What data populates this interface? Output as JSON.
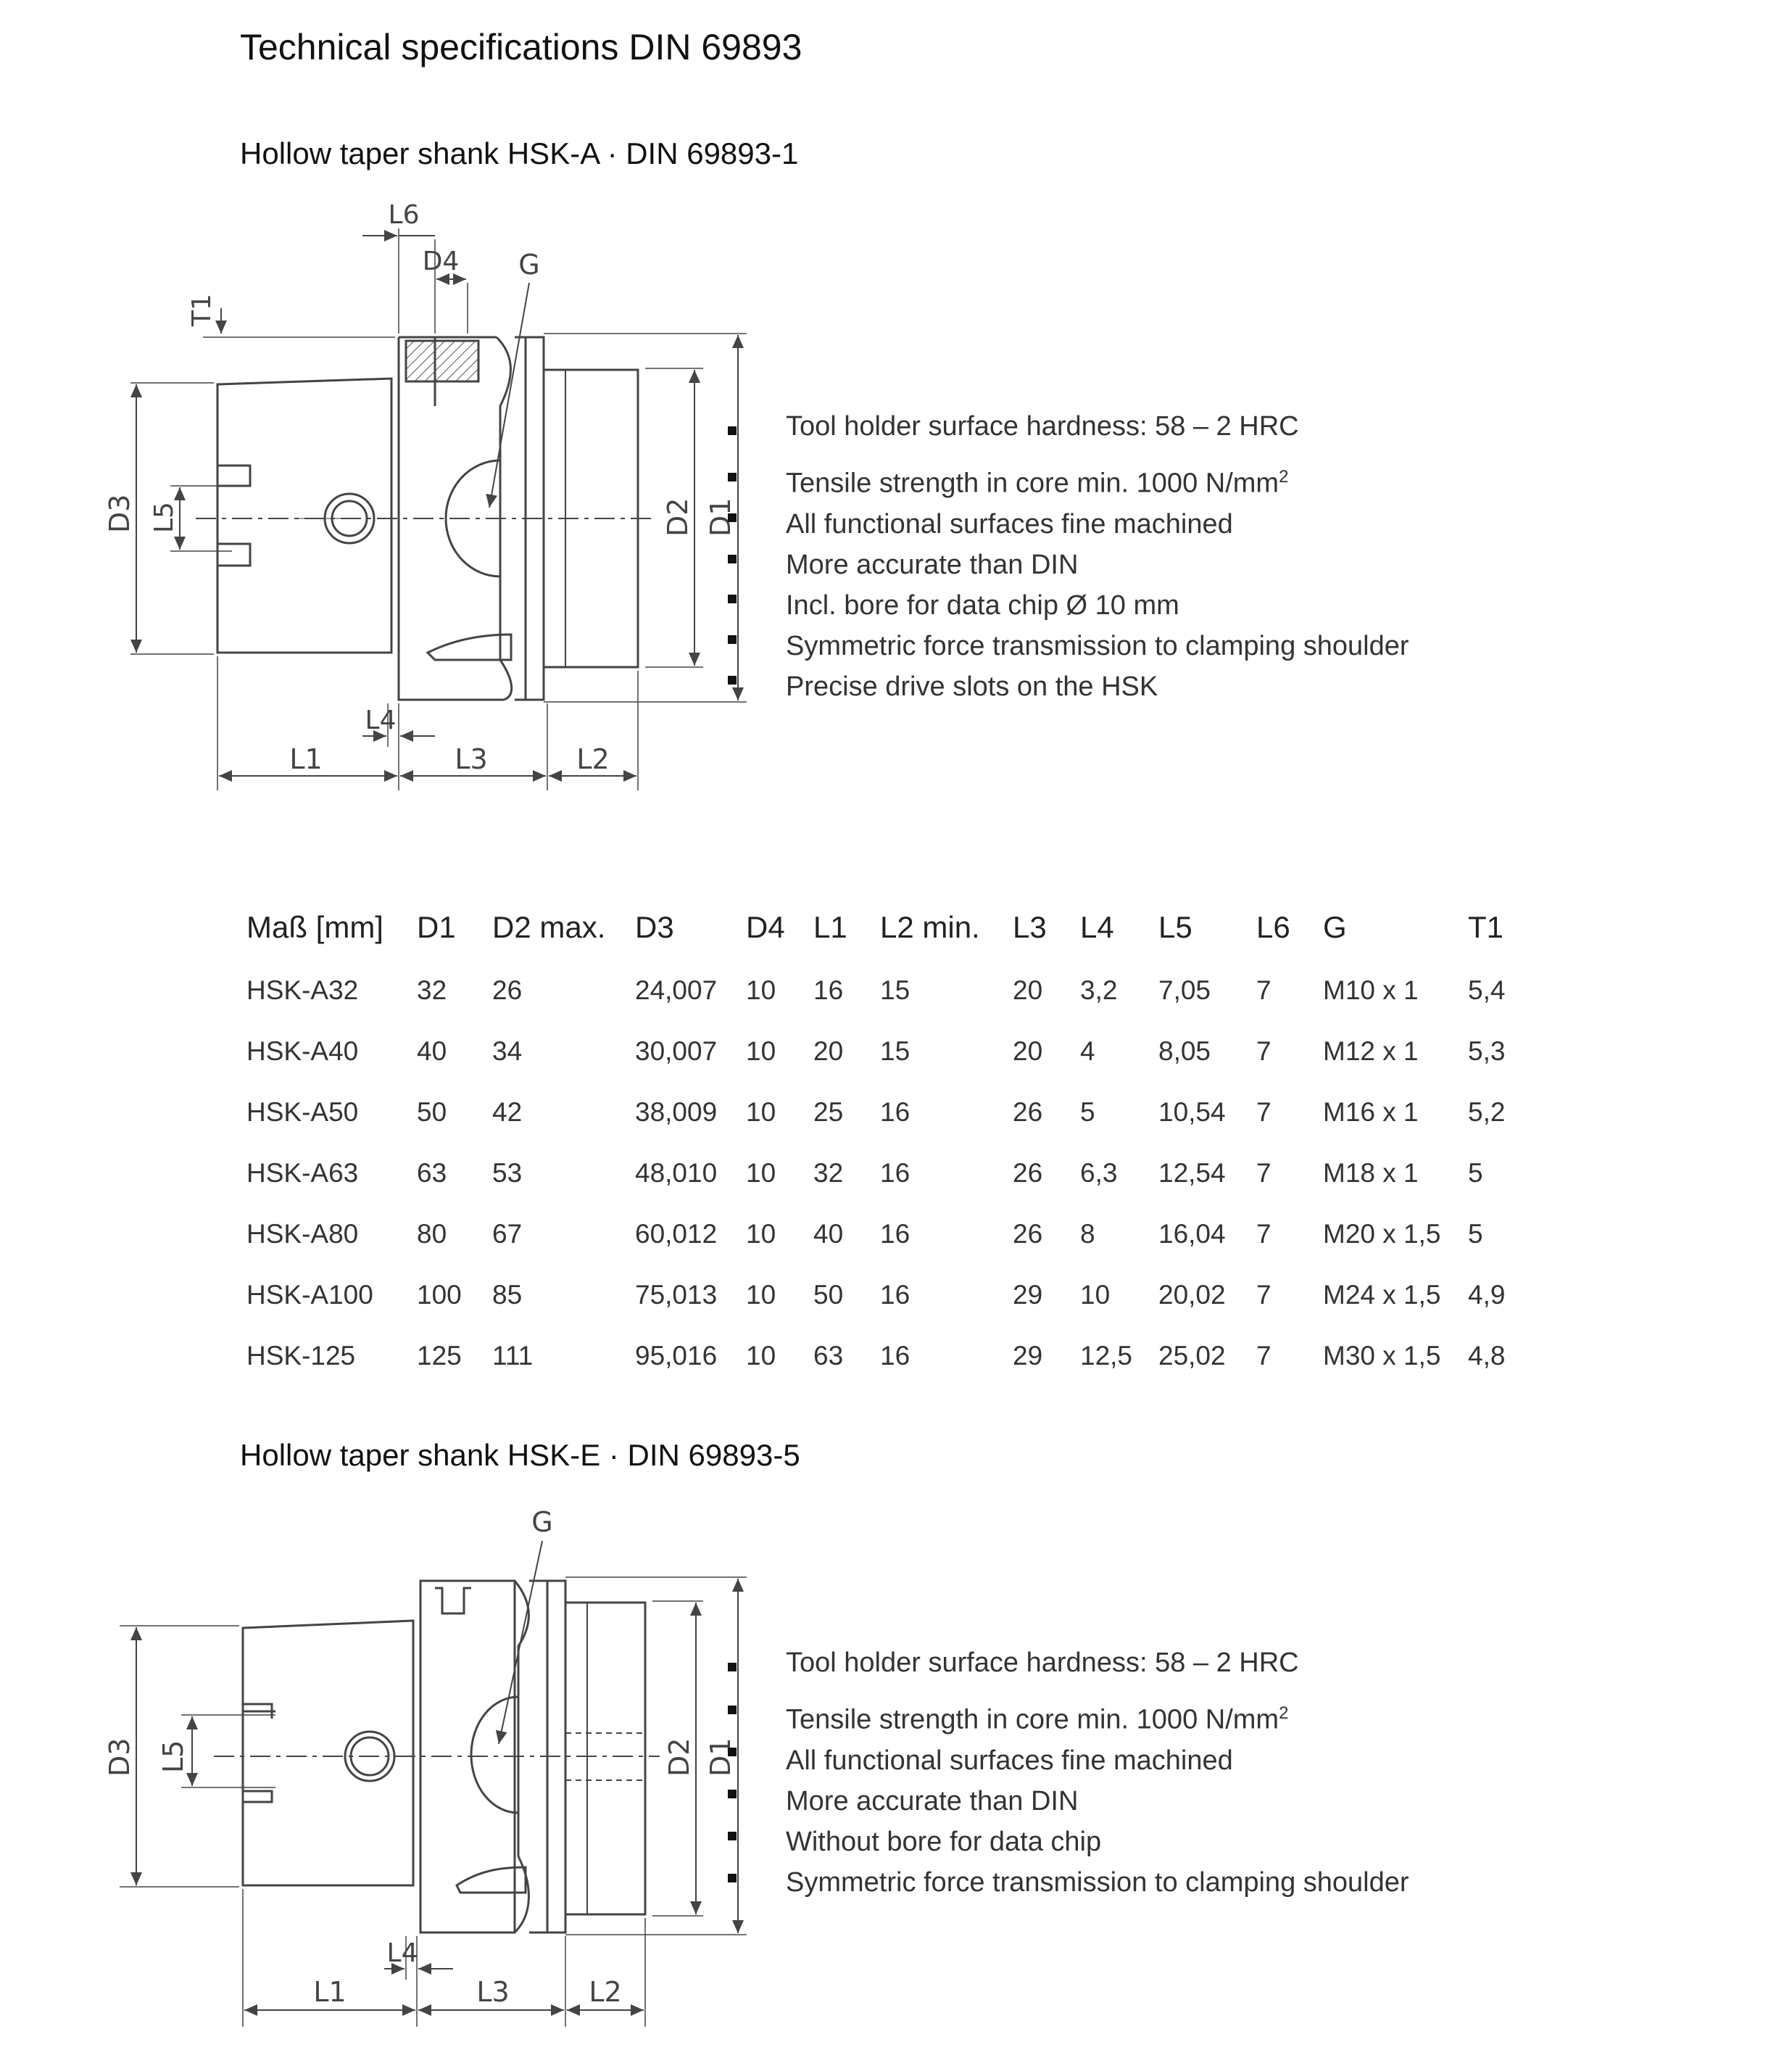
{
  "title": "Technical specifications DIN 69893",
  "section_a": {
    "heading": "Hollow taper shank HSK-A · DIN 69893-1",
    "labels": {
      "L6": "L6",
      "D4": "D4",
      "G": "G",
      "T1": "T1",
      "D3": "D3",
      "L5": "L5",
      "D2": "D2",
      "D1": "D1",
      "L4": "L4",
      "L1": "L1",
      "L3": "L3",
      "L2": "L2"
    },
    "features": [
      "Tool holder surface hardness: 58 – 2 HRC",
      "Tensile strength in core min. 1000 N/mm",
      "All functional surfaces fine machined",
      "More accurate than DIN",
      "Incl. bore for data chip Ø 10 mm",
      "Symmetric force transmission to clamping shoulder",
      "Precise drive slots on the HSK"
    ],
    "superscript": "2"
  },
  "table": {
    "headers": [
      "Maß [mm]",
      "D1",
      "D2 max.",
      "D3",
      "D4",
      "L1",
      "L2 min.",
      "L3",
      "L4",
      "L5",
      "L6",
      "G",
      "T1"
    ],
    "rows": [
      [
        "HSK-A32",
        "32",
        "26",
        "24,007",
        "10",
        "16",
        "15",
        "20",
        "3,2",
        "7,05",
        "7",
        "M10 x 1",
        "5,4"
      ],
      [
        "HSK-A40",
        "40",
        "34",
        "30,007",
        "10",
        "20",
        "15",
        "20",
        "4",
        "8,05",
        "7",
        "M12 x 1",
        "5,3"
      ],
      [
        "HSK-A50",
        "50",
        "42",
        "38,009",
        "10",
        "25",
        "16",
        "26",
        "5",
        "10,54",
        "7",
        "M16 x 1",
        "5,2"
      ],
      [
        "HSK-A63",
        "63",
        "53",
        "48,010",
        "10",
        "32",
        "16",
        "26",
        "6,3",
        "12,54",
        "7",
        "M18 x 1",
        "5"
      ],
      [
        "HSK-A80",
        "80",
        "67",
        "60,012",
        "10",
        "40",
        "16",
        "26",
        "8",
        "16,04",
        "7",
        "M20 x 1,5",
        "5"
      ],
      [
        "HSK-A100",
        "100",
        "85",
        "75,013",
        "10",
        "50",
        "16",
        "29",
        "10",
        "20,02",
        "7",
        "M24 x 1,5",
        "4,9"
      ],
      [
        "HSK-125",
        "125",
        "111",
        "95,016",
        "10",
        "63",
        "16",
        "29",
        "12,5",
        "25,02",
        "7",
        "M30 x 1,5",
        "4,8"
      ]
    ]
  },
  "section_e": {
    "heading": "Hollow taper shank HSK-E · DIN 69893-5",
    "labels": {
      "G": "G",
      "D3": "D3",
      "L5": "L5",
      "D2": "D2",
      "D1": "D1",
      "L4": "L4",
      "L1": "L1",
      "L3": "L3",
      "L2": "L2"
    },
    "features": [
      "Tool holder surface hardness: 58 – 2 HRC",
      "Tensile strength in core min. 1000 N/mm",
      "All functional surfaces fine machined",
      "More accurate than DIN",
      "Without bore for data chip",
      "Symmetric force transmission to clamping shoulder"
    ],
    "superscript": "2"
  }
}
